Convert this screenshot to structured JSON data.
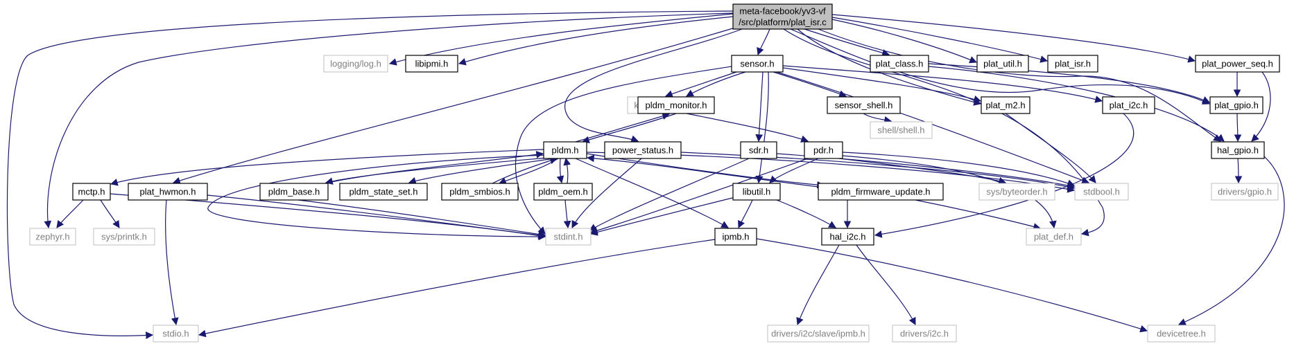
{
  "graph": {
    "colors": {
      "edge": "#191970",
      "node_border": "#000000",
      "external_node_border": "#bfbfbf",
      "external_node_text": "#808080",
      "root_fill": "#bfbfbf"
    },
    "nodes": [
      {
        "id": "root",
        "lines": [
          "meta-facebook/yv3-vf",
          "/src/platform/plat_isr.c"
        ],
        "kind": "root"
      },
      {
        "id": "logging_log",
        "lines": [
          "logging/log.h"
        ],
        "kind": "external"
      },
      {
        "id": "libipmi",
        "lines": [
          "libipmi.h"
        ],
        "kind": "file"
      },
      {
        "id": "sensor",
        "lines": [
          "sensor.h"
        ],
        "kind": "file"
      },
      {
        "id": "plat_class",
        "lines": [
          "plat_class.h"
        ],
        "kind": "file"
      },
      {
        "id": "plat_util",
        "lines": [
          "plat_util.h"
        ],
        "kind": "file"
      },
      {
        "id": "plat_isr",
        "lines": [
          "plat_isr.h"
        ],
        "kind": "file"
      },
      {
        "id": "plat_power_seq",
        "lines": [
          "plat_power_seq.h"
        ],
        "kind": "file"
      },
      {
        "id": "kernel",
        "lines": [
          "kernel.h"
        ],
        "kind": "external"
      },
      {
        "id": "pldm_monitor",
        "lines": [
          "pldm_monitor.h"
        ],
        "kind": "file"
      },
      {
        "id": "sensor_shell",
        "lines": [
          "sensor_shell.h"
        ],
        "kind": "file"
      },
      {
        "id": "plat_m2",
        "lines": [
          "plat_m2.h"
        ],
        "kind": "file"
      },
      {
        "id": "plat_i2c",
        "lines": [
          "plat_i2c.h"
        ],
        "kind": "file"
      },
      {
        "id": "plat_gpio",
        "lines": [
          "plat_gpio.h"
        ],
        "kind": "file"
      },
      {
        "id": "shell_shell",
        "lines": [
          "shell/shell.h"
        ],
        "kind": "external"
      },
      {
        "id": "pldm",
        "lines": [
          "pldm.h"
        ],
        "kind": "file"
      },
      {
        "id": "power_status",
        "lines": [
          "power_status.h"
        ],
        "kind": "file"
      },
      {
        "id": "sdr",
        "lines": [
          "sdr.h"
        ],
        "kind": "file"
      },
      {
        "id": "pdr",
        "lines": [
          "pdr.h"
        ],
        "kind": "file"
      },
      {
        "id": "hal_gpio",
        "lines": [
          "hal_gpio.h"
        ],
        "kind": "file"
      },
      {
        "id": "mctp",
        "lines": [
          "mctp.h"
        ],
        "kind": "file"
      },
      {
        "id": "plat_hwmon",
        "lines": [
          "plat_hwmon.h"
        ],
        "kind": "file"
      },
      {
        "id": "pldm_base",
        "lines": [
          "pldm_base.h"
        ],
        "kind": "file"
      },
      {
        "id": "pldm_state_set",
        "lines": [
          "pldm_state_set.h"
        ],
        "kind": "file"
      },
      {
        "id": "pldm_smbios",
        "lines": [
          "pldm_smbios.h"
        ],
        "kind": "file"
      },
      {
        "id": "pldm_oem",
        "lines": [
          "pldm_oem.h"
        ],
        "kind": "file"
      },
      {
        "id": "libutil",
        "lines": [
          "libutil.h"
        ],
        "kind": "file"
      },
      {
        "id": "pldm_firmware_update",
        "lines": [
          "pldm_firmware_update.h"
        ],
        "kind": "file"
      },
      {
        "id": "sys_byteorder",
        "lines": [
          "sys/byteorder.h"
        ],
        "kind": "external"
      },
      {
        "id": "stdbool",
        "lines": [
          "stdbool.h"
        ],
        "kind": "external"
      },
      {
        "id": "drivers_gpio",
        "lines": [
          "drivers/gpio.h"
        ],
        "kind": "external"
      },
      {
        "id": "zephyr",
        "lines": [
          "zephyr.h"
        ],
        "kind": "external"
      },
      {
        "id": "sys_printk",
        "lines": [
          "sys/printk.h"
        ],
        "kind": "external"
      },
      {
        "id": "stdint",
        "lines": [
          "stdint.h"
        ],
        "kind": "external"
      },
      {
        "id": "ipmb",
        "lines": [
          "ipmb.h"
        ],
        "kind": "file"
      },
      {
        "id": "hal_i2c",
        "lines": [
          "hal_i2c.h"
        ],
        "kind": "file"
      },
      {
        "id": "plat_def",
        "lines": [
          "plat_def.h"
        ],
        "kind": "external"
      },
      {
        "id": "stdio",
        "lines": [
          "stdio.h"
        ],
        "kind": "external"
      },
      {
        "id": "drivers_i2c_slave_ipmb",
        "lines": [
          "drivers/i2c/slave/ipmb.h"
        ],
        "kind": "external"
      },
      {
        "id": "drivers_i2c",
        "lines": [
          "drivers/i2c.h"
        ],
        "kind": "external"
      },
      {
        "id": "devicetree",
        "lines": [
          "devicetree.h"
        ],
        "kind": "external"
      }
    ]
  }
}
